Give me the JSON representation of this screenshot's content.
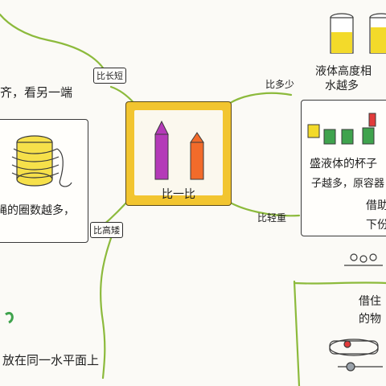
{
  "center": {
    "title": "比一比"
  },
  "branches": {
    "length": "比长短",
    "amount": "比多少",
    "height": "比高矮",
    "weight": "比轻重"
  },
  "top_left": {
    "text": "齐，看另一端"
  },
  "left_mid": {
    "text": "绳的圈数越多，"
  },
  "bottom_left": {
    "text": "放在同一水平面上"
  },
  "right_top": {
    "line1": "液体高度相",
    "line2": "水越多"
  },
  "right_mid": {
    "line1": "盛液体的杯子",
    "line2": "子越多，原容器",
    "line3": "借助",
    "line4": "下份"
  },
  "right_bottom": {
    "line1": "借住",
    "line2": "的物"
  },
  "colors": {
    "center_border": "#f2c530",
    "center_inner": "#fbf8ee",
    "purple_rocket": "#b43ab8",
    "orange_rocket": "#f26b2a",
    "liquid_yellow": "#f3da2a",
    "cup_green": "#3fa34d",
    "coil_yellow": "#f6e04a",
    "branch_line": "#8cba3c"
  }
}
